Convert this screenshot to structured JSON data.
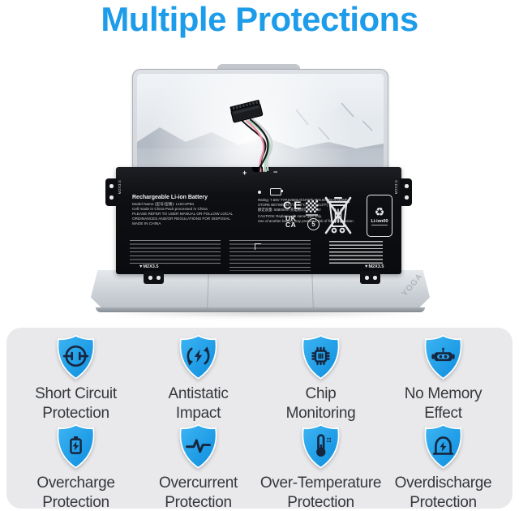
{
  "title": "Multiple Protections",
  "colors": {
    "accent_blue": "#1D9CE9",
    "shield_blue_light": "#3CB4F2",
    "shield_blue_dark": "#0E8EDF",
    "shield_navy": "#17263F",
    "panel_bg": "#E9E9EC"
  },
  "laptop": {
    "brand_logo": "YOGA"
  },
  "battery": {
    "print": {
      "heading": "Rechargeable Li-ion Battery",
      "model": "Model Name (型号/型番): L16C4PB1",
      "origin": "Cell made in China    Pack processed in China",
      "note1": "PLEASE REFER TO USER MANUAL OR FOLLOW LOCAL",
      "note2": "ORDINANCES AND/OR REGULATIONS FOR DISPOSAL",
      "made_in": "MADE IN CHINA",
      "rating": "Rating: 7.68V  TYP.6268mAh/48Wh   MIN.6080mAh/46Wh",
      "storage": "STORE BETWEEN 5°C~45°C (41°F~113°F)",
      "capacity_cn": "额定容量: 6080mAh    充电限制电压: 8.8V",
      "caution1": "CAUTION: Replace with same type only.",
      "caution2": "Use of another battery may present a risk of fire or explosion.",
      "polarity_plus": "+",
      "polarity_minus": "−",
      "ce_mark": "CE",
      "ukca_line1": "UK",
      "ukca_line2": "CA",
      "recycle_number": "5",
      "li_ion_mark": "Li-ion00",
      "screw_label_left": "M2X3.5",
      "screw_label_right": "M2X3.5",
      "screw_label_bottom_left": "▼M2X3.5",
      "screw_label_bottom_right": "▼M2X3.5"
    }
  },
  "features": {
    "items": [
      {
        "icon": "short-circuit-icon",
        "line1": "Short Circuit",
        "line2": "Protection"
      },
      {
        "icon": "antistatic-icon",
        "line1": "Antistatic",
        "line2": "Impact"
      },
      {
        "icon": "chip-monitoring-icon",
        "line1": "Chip",
        "line2": "Monitoring"
      },
      {
        "icon": "no-memory-effect-icon",
        "line1": "No Memory",
        "line2": "Effect"
      },
      {
        "icon": "overcharge-icon",
        "line1": "Overcharge",
        "line2": "Protection"
      },
      {
        "icon": "overcurrent-icon",
        "line1": "Overcurrent",
        "line2": "Protection"
      },
      {
        "icon": "over-temperature-icon",
        "line1": "Over-Temperature",
        "line2": "Protection"
      },
      {
        "icon": "overdischarge-icon",
        "line1": "Overdischarge",
        "line2": "Protection"
      }
    ]
  }
}
